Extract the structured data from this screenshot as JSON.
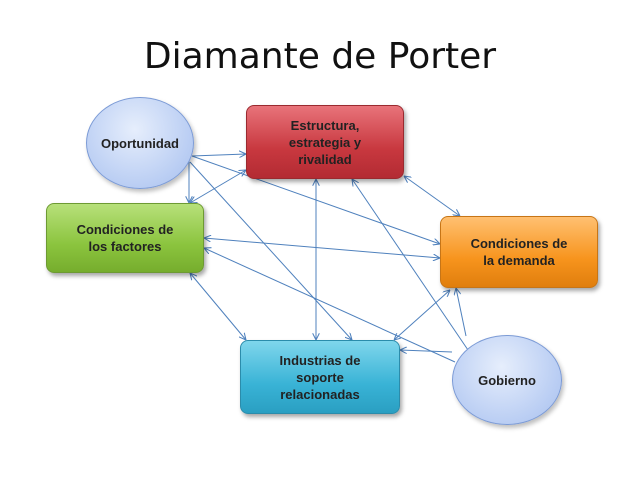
{
  "title": "Diamante de Porter",
  "nodes": {
    "estructura": {
      "lines": [
        "Estructura,",
        "estrategia y",
        "rivalidad"
      ]
    },
    "factores": {
      "lines": [
        "Condiciones de",
        "los factores"
      ]
    },
    "demanda": {
      "lines": [
        "Condiciones de",
        "la demanda"
      ]
    },
    "industrias": {
      "lines": [
        "Industrias de",
        "soporte",
        "relacionadas"
      ]
    },
    "oportunidad": {
      "lines": [
        "Oportunidad"
      ]
    },
    "gobierno": {
      "lines": [
        "Gobierno"
      ]
    }
  },
  "colors": {
    "estructura": "#c8383f",
    "factores": "#8bc43e",
    "demanda": "#f7941d",
    "industrias": "#39b3d6",
    "ellipse": "#b9cdf3",
    "connector": "#4f81bd"
  },
  "edges": [
    {
      "from": "oportunidad",
      "to": "estructura",
      "arrows": "end"
    },
    {
      "from": "oportunidad",
      "to": "factores",
      "arrows": "end"
    },
    {
      "from": "oportunidad",
      "to": "demanda",
      "arrows": "end"
    },
    {
      "from": "oportunidad",
      "to": "industrias",
      "arrows": "end"
    },
    {
      "from": "gobierno",
      "to": "estructura",
      "arrows": "end"
    },
    {
      "from": "gobierno",
      "to": "factores",
      "arrows": "end"
    },
    {
      "from": "gobierno",
      "to": "demanda",
      "arrows": "end"
    },
    {
      "from": "gobierno",
      "to": "industrias",
      "arrows": "end"
    },
    {
      "from": "estructura",
      "to": "factores",
      "arrows": "both"
    },
    {
      "from": "estructura",
      "to": "demanda",
      "arrows": "both"
    },
    {
      "from": "estructura",
      "to": "industrias",
      "arrows": "both"
    },
    {
      "from": "factores",
      "to": "demanda",
      "arrows": "both"
    },
    {
      "from": "factores",
      "to": "industrias",
      "arrows": "both"
    },
    {
      "from": "demanda",
      "to": "industrias",
      "arrows": "both"
    }
  ]
}
